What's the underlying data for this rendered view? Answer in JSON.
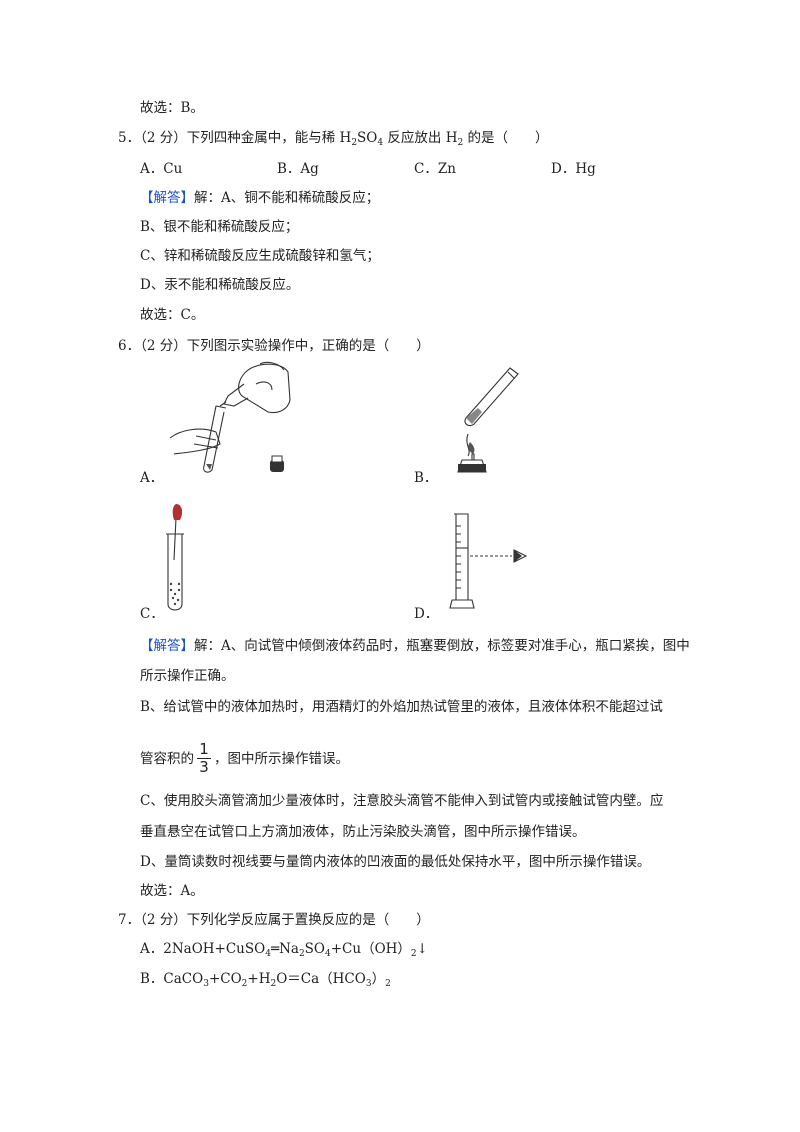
{
  "q4": {
    "answer": "故选：B。"
  },
  "q5": {
    "num": "5．",
    "score": "（2 分）",
    "stem_a": "下列四种金属中，能与稀 H",
    "stem_sub1": "2",
    "stem_b": "SO",
    "stem_sub2": "4",
    "stem_c": " 反应放出 H",
    "stem_sub3": "2",
    "stem_d": " 的是（　　）",
    "options": [
      "A．Cu",
      "B．Ag",
      "C．Zn",
      "D．Hg"
    ],
    "solution_tag": "【解答】",
    "solution_lines": [
      "解：A、铜不能和稀硫酸反应；",
      "B、银不能和稀硫酸反应；",
      "C、锌和稀硫酸反应生成硫酸锌和氢气；",
      "D、汞不能和稀硫酸反应。"
    ],
    "answer": "故选：C。"
  },
  "q6": {
    "num": "6．",
    "score": "（2 分）",
    "stem": "下列图示实验操作中，正确的是（　　）",
    "option_labels": [
      "A．",
      "B．",
      "C．",
      "D．"
    ],
    "solution_tag": "【解答】",
    "solution_1a": "解：A、向试管中倾倒液体药品时，瓶塞要倒放，标签要对准手心，瓶口紧挨，图中",
    "solution_1b": "所示操作正确。",
    "solution_2a": "B、给试管中的液体加热时，用酒精灯的外焰加热试管里的液体，且液体体积不能超过试",
    "solution_2b_pre": "管容积的",
    "frac_num": "1",
    "frac_den": "3",
    "solution_2b_post": "，图中所示操作错误。",
    "solution_3a": "C、使用胶头滴管滴加少量液体时，注意胶头滴管不能伸入到试管内或接触试管内壁。应",
    "solution_3b": "垂直悬空在试管口上方滴加液体，防止污染胶头滴管，图中所示操作错误。",
    "solution_4": "D、量筒读数时视线要与量筒内液体的凹液面的最低处保持水平，图中所示操作错误。",
    "answer": "故选：A。"
  },
  "q7": {
    "num": "7．",
    "score": "（2 分）",
    "stem": "下列化学反应属于置换反应的是（　　）",
    "optA": {
      "label": "A．",
      "t1": "2NaOH+CuSO",
      "s1": "4",
      "t2": "═Na",
      "s2": "2",
      "t3": "SO",
      "s3": "4",
      "t4": "+Cu（OH）",
      "s4": "2",
      "t5": "↓"
    },
    "optB": {
      "label": "B．",
      "t1": "CaCO",
      "s1": "3",
      "t2": "+CO",
      "s2": "2",
      "t3": "+H",
      "s3": "2",
      "t4": "O＝Ca（HCO",
      "s4": "3",
      "t5": "）",
      "s5": "2"
    }
  }
}
